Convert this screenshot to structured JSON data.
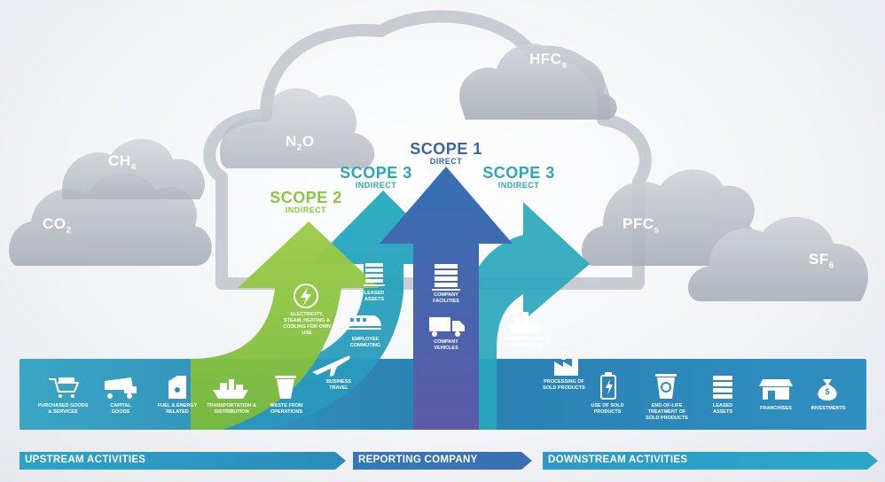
{
  "gases": {
    "co2": {
      "base": "CO",
      "sub": "2"
    },
    "ch4": {
      "base": "CH",
      "sub": "4"
    },
    "n2o": {
      "base": "N",
      "sub": "2",
      "tail": "O"
    },
    "hfcs": {
      "base": "HFC",
      "sub": "s"
    },
    "pfcs": {
      "base": "PFC",
      "sub": "s"
    },
    "sf6": {
      "base": "SF",
      "sub": "6"
    }
  },
  "scopes": {
    "scope2": {
      "title": "SCOPE 2",
      "subtitle": "INDIRECT",
      "color": "#8dc63f"
    },
    "scope3_up": {
      "title": "SCOPE 3",
      "subtitle": "INDIRECT",
      "color": "#2aa7bd"
    },
    "scope1": {
      "title": "SCOPE 1",
      "subtitle": "DIRECT",
      "color": "#3b63a8"
    },
    "scope3_down": {
      "title": "SCOPE 3",
      "subtitle": "INDIRECT",
      "color": "#2aa7bd"
    }
  },
  "categories": {
    "electricity": "ELECTRICITY, STEAM, HEATING & COOLING FOR OWN USE",
    "leased_up": "LEASED ASSETS",
    "employee": "EMPLOYEE COMMUTING",
    "business_travel": "BUSINESS TRAVEL",
    "purchased": "PURCHASED GOODS & SERVICES",
    "capital": "CAPITAL GOODS",
    "fuel": "FUEL & ENERGY RELATED",
    "transport_up": "TRANSPORTATION & DISTRIBUTION",
    "waste": "WASTE FROM OPERATIONS",
    "facilities": "COMPANY FACILITIES",
    "vehicles": "COMPANY VEHICLES",
    "transport_down": "TRANSPORTATION & DISTRIBUTION",
    "processing": "PROCESSING OF SOLD PRODUCTS",
    "use": "USE OF SOLD PRODUCTS",
    "eol": "END-OF-LIFE TREATMENT OF SOLD PRODUCTS",
    "leased_down": "LEASED ASSETS",
    "franchises": "FRANCHISES",
    "investments": "INVESTMENTS"
  },
  "bars": {
    "upstream": "UPSTREAM ACTIVITIES",
    "reporting": "REPORTING COMPANY",
    "downstream": "DOWNSTREAM ACTIVITIES"
  },
  "icons": {
    "dollar": "$"
  },
  "colors": {
    "green": "#8dc63f",
    "teal": "#2aa7bd",
    "blue": "#3b63a8",
    "band": "#2d8fb8",
    "cloud": "#b4b9c2"
  }
}
